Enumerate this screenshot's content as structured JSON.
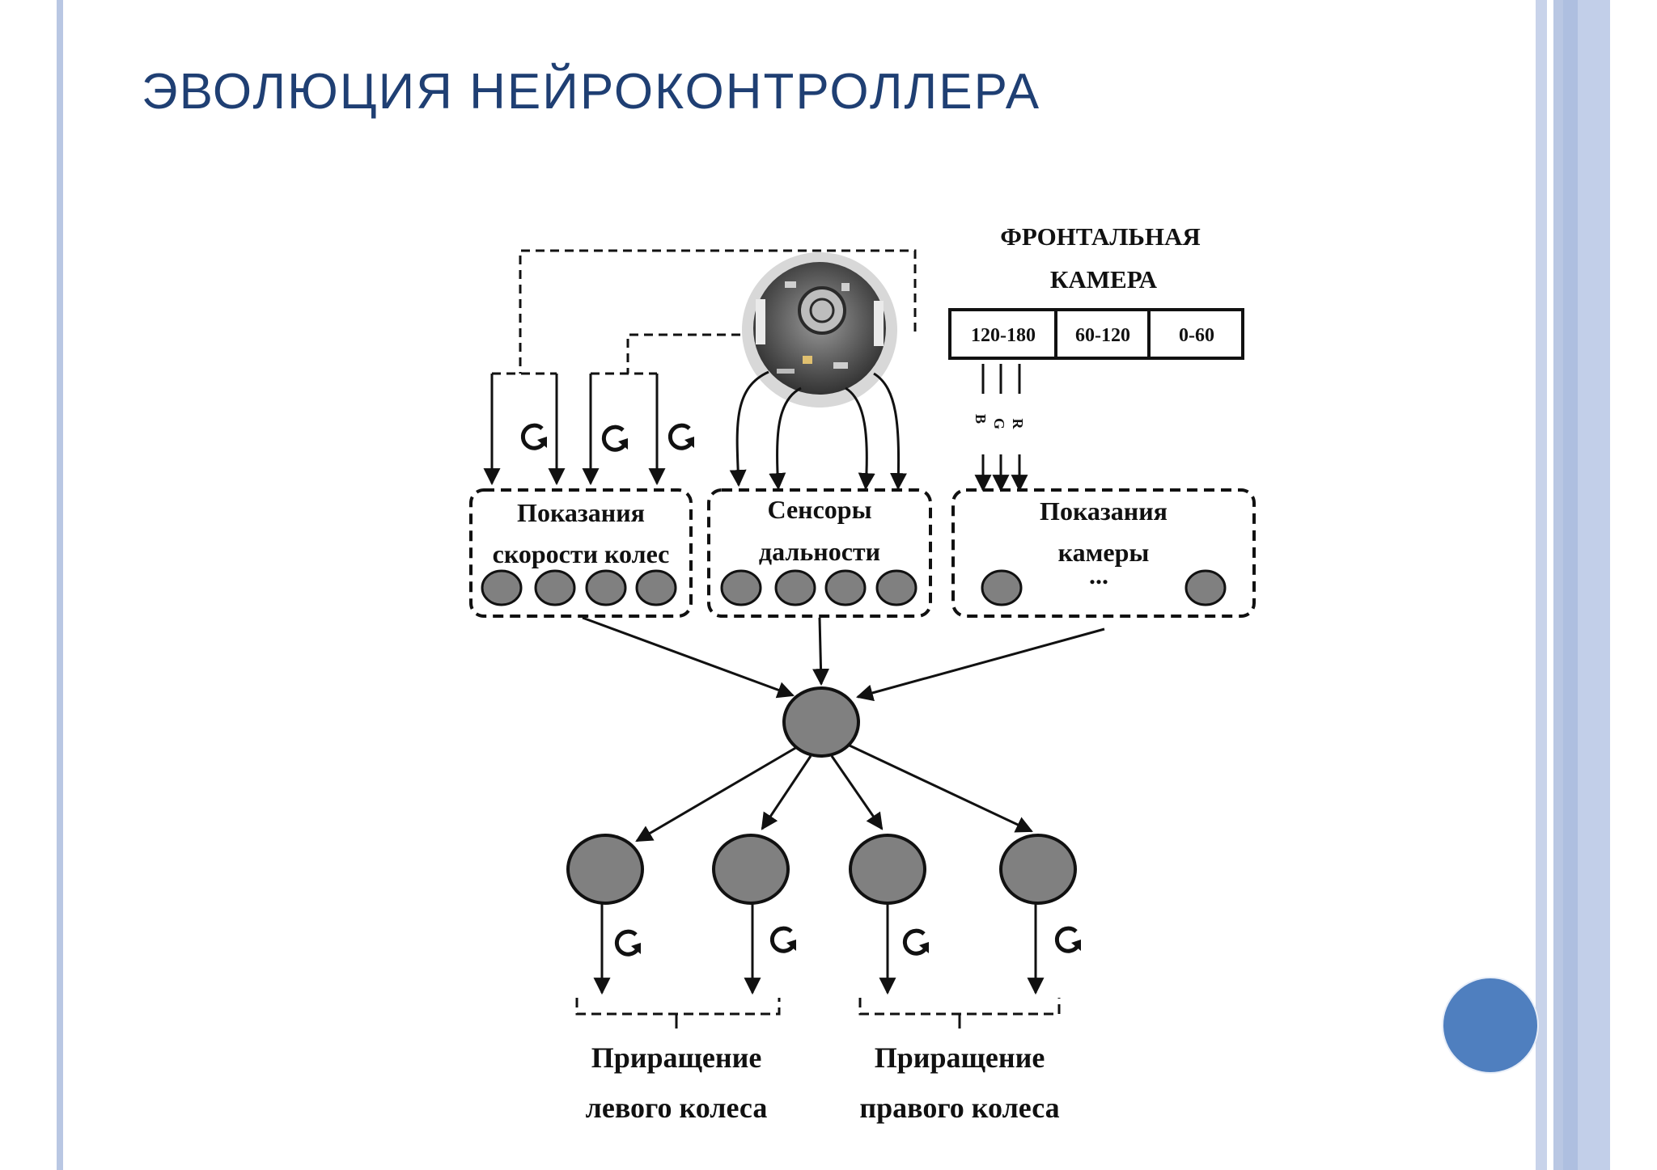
{
  "slide": {
    "title": "Эволюция нейроконтроллера"
  },
  "camera": {
    "title_line1": "ФРОНТАЛЬНАЯ",
    "title_line2": "КАМЕРА",
    "segments": [
      "120-180",
      "60-120",
      "0-60"
    ],
    "channels": [
      "R",
      "G",
      "B"
    ]
  },
  "input_groups": {
    "wheel_speed": {
      "line1": "Показания",
      "line2": "скорости колес"
    },
    "range_sensors": {
      "line1": "Сенсоры",
      "line2": "дальности"
    },
    "camera_readings": {
      "line1": "Показания",
      "line2": "камеры",
      "ellipsis": "..."
    }
  },
  "outputs": {
    "left": {
      "line1": "Приращение",
      "line2": "левого колеса"
    },
    "right": {
      "line1": "Приращение",
      "line2": "правого колеса"
    }
  },
  "colors": {
    "title": "#1f3f73",
    "neuron_fill": "#808080",
    "nav_dot": "#4f7fbf",
    "frame_stripe": "#b9c7e3"
  },
  "icons": [
    "robot-image",
    "rotation-arrow-icon",
    "nav-dot"
  ]
}
